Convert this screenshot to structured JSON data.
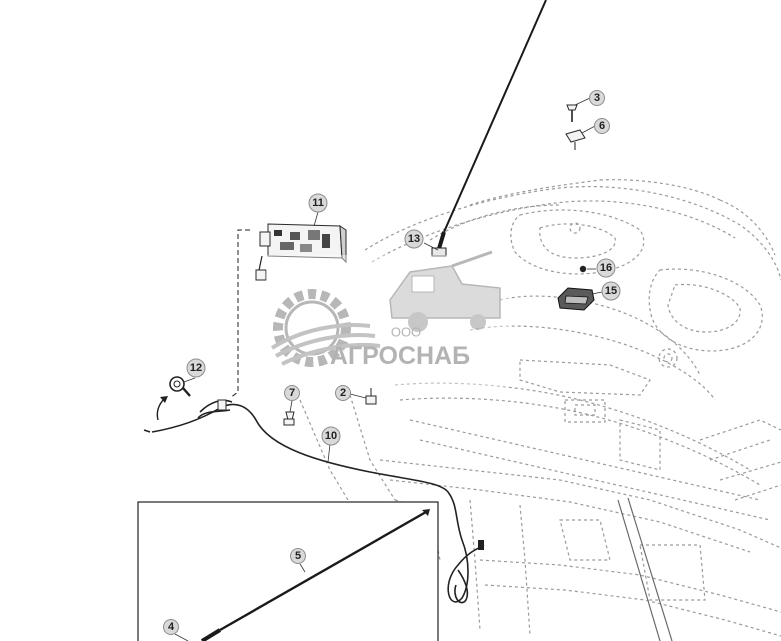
{
  "callouts": [
    {
      "id": "c2",
      "label": "2"
    },
    {
      "id": "c3",
      "label": "3"
    },
    {
      "id": "c4",
      "label": "4"
    },
    {
      "id": "c5",
      "label": "5"
    },
    {
      "id": "c6",
      "label": "6"
    },
    {
      "id": "c7",
      "label": "7"
    },
    {
      "id": "c10",
      "label": "10"
    },
    {
      "id": "c11",
      "label": "11"
    },
    {
      "id": "c12",
      "label": "12"
    },
    {
      "id": "c13",
      "label": "13"
    },
    {
      "id": "c15",
      "label": "15"
    },
    {
      "id": "c16",
      "label": "16"
    }
  ],
  "watermark": {
    "small_text": "ООО",
    "brand_text": "АГРОСНАБ",
    "color": "#9a9a9a",
    "icon": "gear-field-logo-icon"
  }
}
